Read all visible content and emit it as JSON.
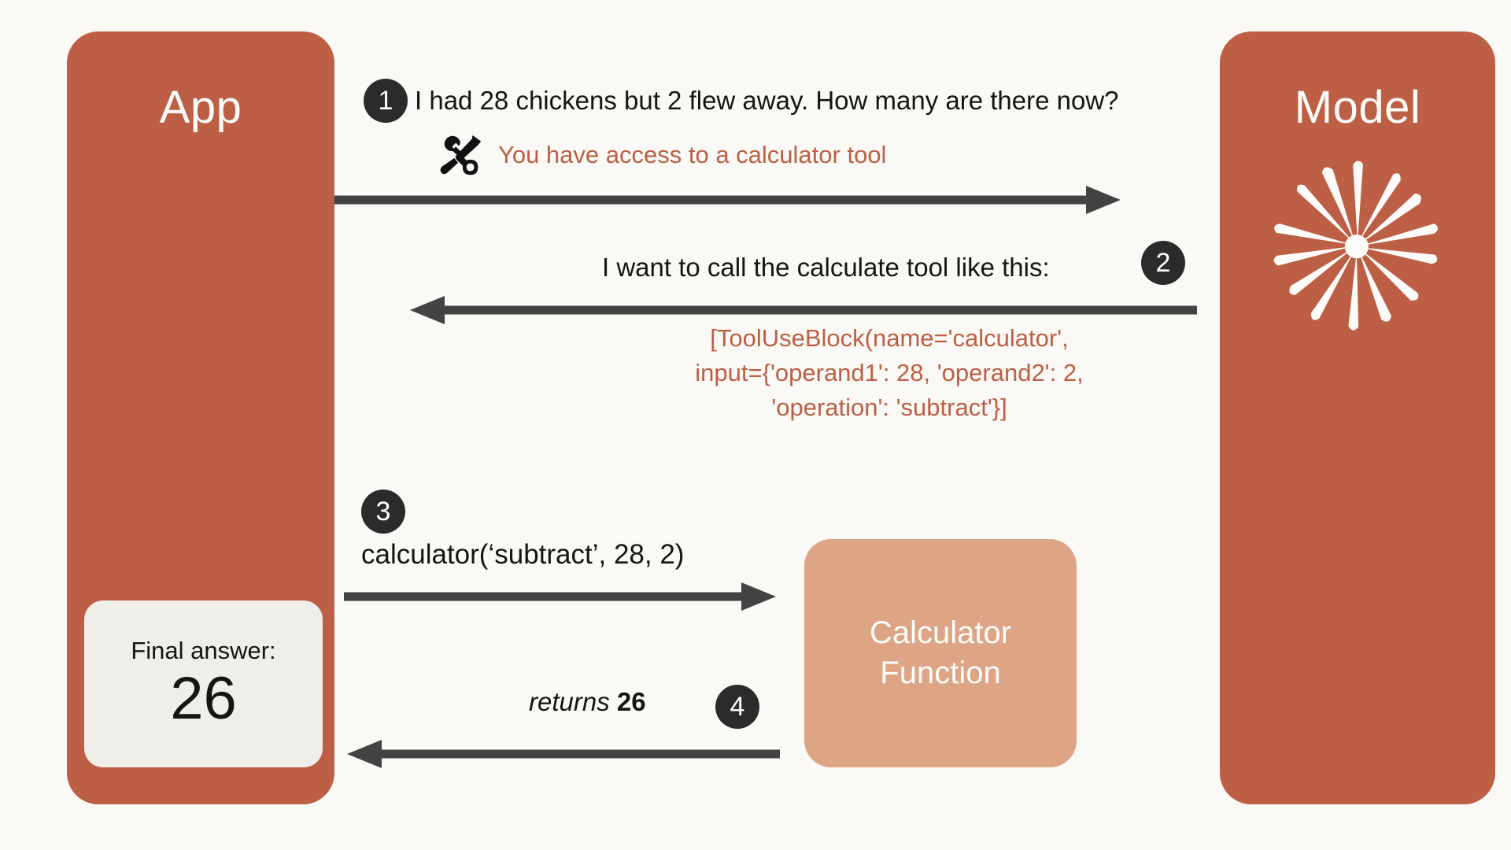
{
  "canvas": {
    "background_color": "#faf9f5",
    "accent_color": "#bc5f45",
    "secondary_color": "#dda585",
    "badge_color": "#2b2b2b",
    "arrow_color": "#434343",
    "card_color": "#f0eee9"
  },
  "app_panel": {
    "title": "App",
    "final_answer": {
      "label": "Final answer:",
      "value": "26"
    }
  },
  "model_panel": {
    "title": "Model",
    "logo": "anthropic-starburst-icon"
  },
  "calculator_box": {
    "line1": "Calculator",
    "line2": "Function"
  },
  "steps": [
    {
      "number": "1",
      "direction": "app-to-model",
      "message": "I had 28 chickens but 2 flew away. How many are there now?",
      "tool_icon": "tools-icon",
      "tool_note": "You have access to a calculator tool"
    },
    {
      "number": "2",
      "direction": "model-to-app",
      "message": "I want to call the calculate tool like this:",
      "code_lines": [
        "[ToolUseBlock(name='calculator',",
        "input={'operand1': 28, 'operand2': 2,",
        "'operation': 'subtract'}]"
      ]
    },
    {
      "number": "3",
      "direction": "app-to-function",
      "message": "calculator(‘subtract’, 28, 2)"
    },
    {
      "number": "4",
      "direction": "function-to-app",
      "message_italic": "returns",
      "message_bold": "26"
    }
  ]
}
